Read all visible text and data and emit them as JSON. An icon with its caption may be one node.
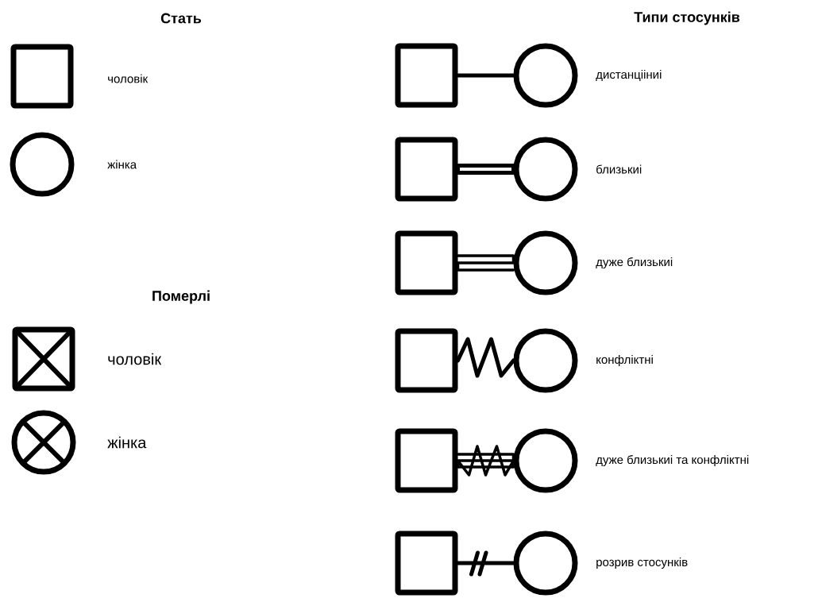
{
  "diagram": {
    "nodes": [
      {
        "text": [],
        "shape": "box"
      },
      {
        "text": [],
        "shape": "circle"
      },
      {
        "text": [],
        "shape": "box"
      },
      {
        "text": [],
        "shape": "circle"
      },
      {
        "text": [],
        "shape": "box"
      },
      {
        "text": [],
        "shape": "circle"
      },
      {
        "text": [],
        "shape": "box"
      },
      {
        "text": [],
        "shape": "circle"
      },
      {
        "text": [],
        "shape": "box"
      },
      {
        "text": [],
        "shape": "circle"
      },
      {
        "text": [],
        "shape": "box"
      },
      {
        "text": [],
        "shape": "circle"
      },
      {
        "text": [],
        "shape": "box"
      },
      {
        "text": [],
        "shape": "circle"
      },
      {
        "text": [],
        "shape": "box"
      },
      {
        "text": [],
        "shape": "circle"
      }
    ],
    "edges": [
      {
        "from": 4,
        "to": 5,
        "arrow": "none"
      },
      {
        "from": 6,
        "to": 7,
        "arrow": "none"
      },
      {
        "from": 8,
        "to": 9,
        "arrow": "none"
      },
      {
        "from": 10,
        "to": 11,
        "arrow": "none"
      },
      {
        "from": 12,
        "to": 13,
        "arrow": "none"
      },
      {
        "from": 14,
        "to": 15,
        "arrow": "none"
      }
    ],
    "labels": [
      "Стать",
      "Типи стосунків",
      "Померлі"
    ],
    "legend": [
      {
        "text": "чоловік"
      },
      {
        "text": "жінка"
      },
      {
        "text": "чоловік"
      },
      {
        "text": "жінка"
      },
      {
        "text": "дистанцііниі"
      },
      {
        "text": "близькиі"
      },
      {
        "text": "дуже близькиі"
      },
      {
        "text": "конфліктні"
      },
      {
        "text": "дуже близькиі та конфліктні"
      },
      {
        "text": "розрив стосунків"
      }
    ]
  }
}
